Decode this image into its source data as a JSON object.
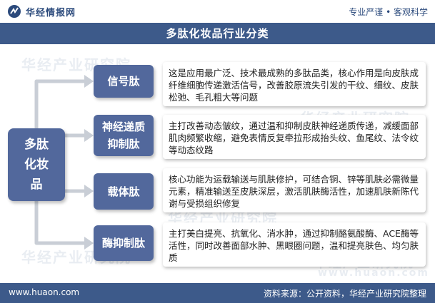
{
  "header": {
    "brand_name": "华经情报网",
    "slogan": "专业严谨 • 客观科学",
    "logo_icon": "hj-logo-icon"
  },
  "title": "多肽化妆品行业分类",
  "center": {
    "label": "多肽化妆品"
  },
  "categories": [
    {
      "label": "信号肽",
      "description": "这是应用最广泛、技术最成熟的多肽品类，核心作用是向皮肤成纤维细胞传递激活信号，改善胶原流失引发的干纹、细纹、皮肤松弛、毛孔粗大等问题"
    },
    {
      "label": "神经递质抑制肽",
      "description": "主打改善动态皱纹，通过温和抑制皮肤神经递质传递，减缓面部肌肉频繁收缩，避免表情反复牵拉形成抬头纹、鱼尾纹、法令纹等动态纹路"
    },
    {
      "label": "载体肽",
      "description": "核心功能为运载输送与肌肤修护，可结合铜、锌等肌肤必需微量元素，精准输送至皮肤深层，激活肌肤酶活性，加速肌肤新陈代谢与受损组织修复"
    },
    {
      "label": "酶抑制肽",
      "description": "主打美白提亮、抗氧化、消水肿，通过抑制酪氨酸酶、ACE酶等活性，同时改善面部水肿、黑眼圈问题，温和提亮肤色、均匀肤质"
    }
  ],
  "watermarks": [
    "华经产业研究院",
    "华经产业研究院",
    "华经产业研究院",
    "华经产业研究院",
    "华经产业研究院",
    "www.huaon.com"
  ],
  "footer": {
    "website": "www.huaon.com",
    "source": "资料来源：公开资料，华经产业研究院整理"
  },
  "colors": {
    "primary": "#3d5a8a",
    "box": "#52689c",
    "connector": "#c9ced6"
  }
}
